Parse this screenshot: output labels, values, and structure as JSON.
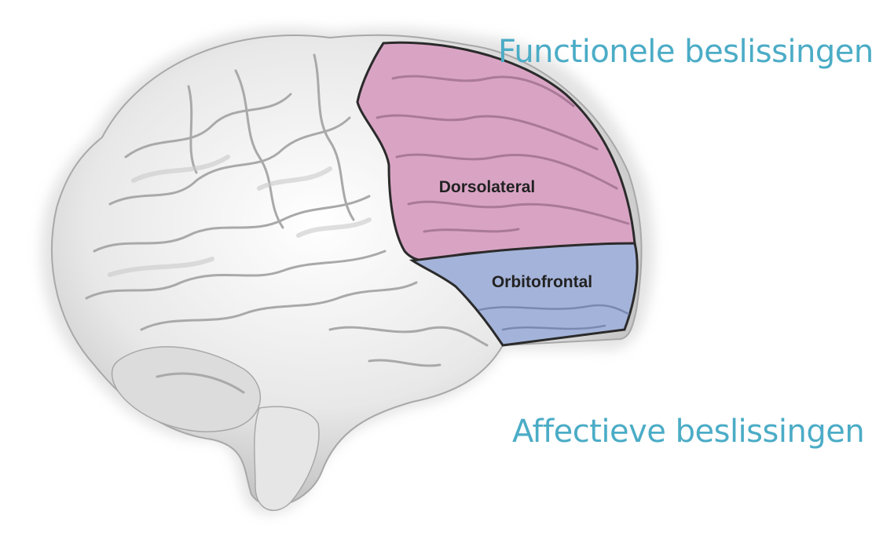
{
  "colors": {
    "caption": "#4bacc6",
    "brain_surface": "#ededed",
    "brain_shadow": "#9a9a9a",
    "dorsolateral_fill": "#d9a4c4",
    "orbitofrontal_fill": "#a4b3d9",
    "region_outline": "#2b2b2b"
  },
  "captions": {
    "functional": "Functionele beslissingen",
    "affective": "Affectieve beslissingen"
  },
  "regions": {
    "dorsolateral": {
      "label": "Dorsolateral"
    },
    "orbitofrontal": {
      "label": "Orbitofrontal"
    }
  },
  "image": {
    "subject": "brain-lateral-view-icon"
  }
}
